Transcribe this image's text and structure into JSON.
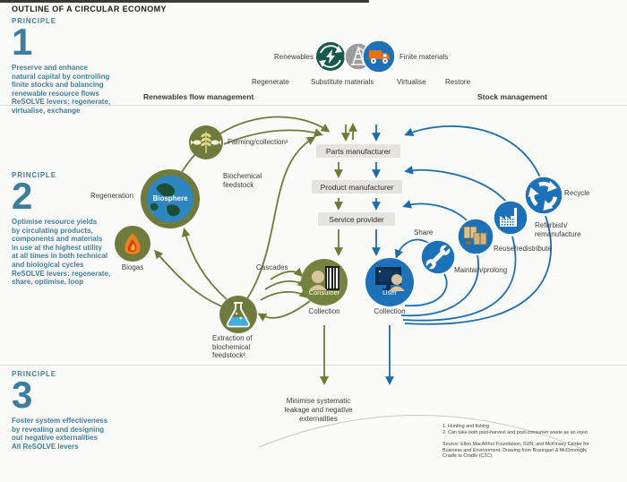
{
  "title": "OUTLINE OF A CIRCULAR ECONOMY",
  "principles": [
    {
      "label": "PRINCIPLE",
      "number": "1",
      "body": "Preserve and enhance\nnatural capital by controlling\nfinite stocks and balancing\nrenewable resource flows\nReSOLVE levers: regenerate,\nvirtualise, exchange"
    },
    {
      "label": "PRINCIPLE",
      "number": "2",
      "body": "Optimise resource yields\nby circulating products,\ncomponents and materials\nin use at the highest utility\nat all times in both technical\nand biological cycles\nReSOLVE levers: regenerate,\nshare, optimise, loop"
    },
    {
      "label": "PRINCIPLE",
      "number": "3",
      "body": "Foster system effectiveness\nby revealing and designing\nout negative externalities\nAll ReSOLVE levers"
    }
  ],
  "legend": {
    "renewables": "Renewables",
    "finite": "Finite materials",
    "actions": [
      "Regenerate",
      "Substitute materials",
      "Virtualise",
      "Restore"
    ]
  },
  "flow_headers": {
    "left": "Renewables flow management",
    "right": "Stock management"
  },
  "stages": [
    "Parts manufacturer",
    "Product manufacturer",
    "Service provider"
  ],
  "labels": {
    "farming": "Farming/collection¹",
    "biochemical": "Biochemical\nfeedstock",
    "regeneration": "Regeneration",
    "biosphere": "Biosphere",
    "biogas": "Biogas",
    "extraction": "Extraction of\nbiochemical\nfeedstock²",
    "cascades": "Cascades",
    "consumer": "Consumer",
    "user": "User",
    "collection_left": "Collection",
    "collection_right": "Collection",
    "share": "Share",
    "maintain": "Maintain/prolong",
    "reuse": "Reuse/redistribute",
    "refurbish": "Refurbish/\nremanufacture",
    "recycle": "Recycle",
    "minimise": "Minimise systematic\nleakage and negative\nexternalities"
  },
  "footnotes": "1. Hunting and fishing\n2. Can take both post-harvest and post-consumer waste as an input",
  "source": "Source: Ellen MacArthur Foundation, SUN, and McKinsey Center for\nBusiness and Environment; Drawing from Braungart & McDonough,\nCradle to Cradle (C2C).",
  "colors": {
    "biological_cycle": "#6d7a3a",
    "technical_cycle": "#1d71b8",
    "principle_text": "#3e7d9e",
    "renewables_icon": "#17594a",
    "derrick_icon": "#9c9c9c",
    "truck_orange": "#e2711d",
    "stage_box": "#e6e4df"
  }
}
